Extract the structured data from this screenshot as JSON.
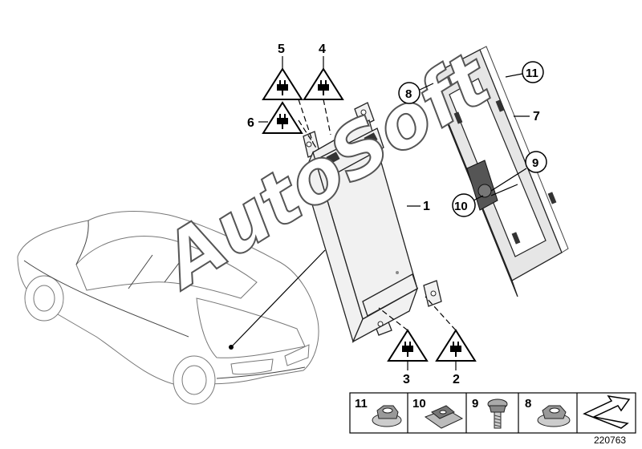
{
  "watermark": "AutoSoft",
  "diagram_id": "220763",
  "callouts": {
    "c1": "1",
    "c2": "2",
    "c3": "3",
    "c4": "4",
    "c5": "5",
    "c6": "6",
    "c7": "7",
    "c8": "8",
    "c9": "9",
    "c10": "10",
    "c11": "11"
  },
  "parts_strip": [
    {
      "number": "11",
      "icon": "hex-flange-nut-icon"
    },
    {
      "number": "10",
      "icon": "clip-nut-icon"
    },
    {
      "number": "9",
      "icon": "hex-bolt-icon"
    },
    {
      "number": "8",
      "icon": "flange-nut-icon"
    },
    {
      "number": "",
      "icon": "direction-arrow-icon"
    }
  ]
}
